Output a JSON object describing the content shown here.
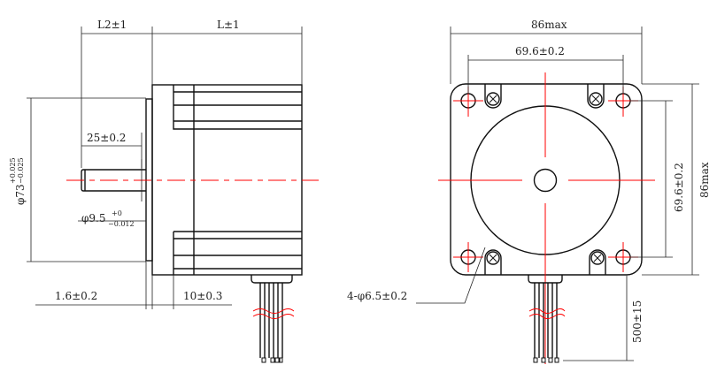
{
  "side_view": {
    "l2": "L2±1",
    "l": "L±1",
    "shaft_len": "25±0.2",
    "pilot_dia": "φ73",
    "pilot_tol_plus": "+0.025",
    "pilot_tol_minus": "−0.025",
    "shaft_dia": "φ9.5",
    "shaft_tol_plus": "+0",
    "shaft_tol_minus": "−0.012",
    "flange_thk": "1.6±0.2",
    "boss_len": "10±0.3"
  },
  "front_view": {
    "width": "86max",
    "hole_spacing_h": "69.6±0.2",
    "hole_spacing_v": "69.6±0.2",
    "height": "86max",
    "holes": "4-φ6.5±0.2",
    "lead_len": "500±15"
  },
  "colors": {
    "centerline": "#ff0000",
    "outline": "#111111"
  }
}
